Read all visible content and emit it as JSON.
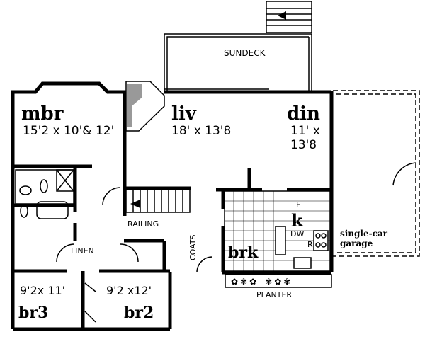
{
  "plan": {
    "sundeck": "SUNDECK",
    "mbr": {
      "name": "mbr",
      "size": "15'2 x 10'& 12'"
    },
    "liv": {
      "name": "liv",
      "size": "18' x 13'8"
    },
    "din": {
      "name": "din",
      "size_line1": "11' x",
      "size_line2": "13'8"
    },
    "railing": "RAILING",
    "coats": "COATS",
    "linen": "LINEN",
    "brk": "brk",
    "kitchen": {
      "name": "k",
      "dw": "DW",
      "r": "R",
      "f": "F"
    },
    "garage": {
      "line1": "single-car",
      "line2": "garage"
    },
    "planter": "PLANTER",
    "br3": {
      "name": "br3",
      "size": "9'2x 11'"
    },
    "br2": {
      "name": "br2",
      "size": "9'2 x12'"
    }
  }
}
